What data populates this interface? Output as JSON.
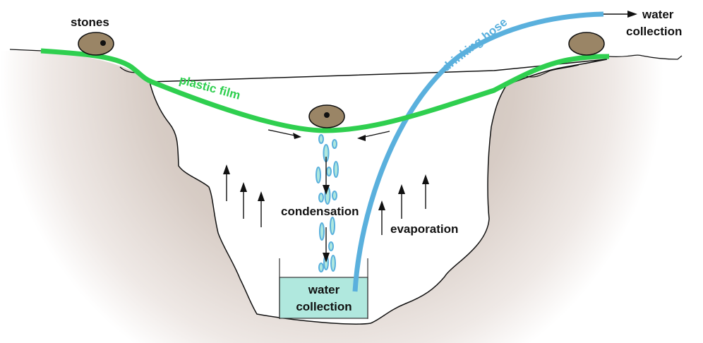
{
  "title": "Solar still diagram",
  "colors": {
    "soil": "#cbbdb4",
    "plastic_film": "#2fcf4f",
    "drinking_hose": "#5ab0dd",
    "stone": "#9a8566",
    "water": "#b0e8de",
    "droplet": "#5ab0dd",
    "outline": "#111111"
  },
  "labels": {
    "stones": "stones",
    "plastic_film": "plastic film",
    "drinking_hose": "drinking hose",
    "water_collection_top_line1": "water",
    "water_collection_top_line2": "collection",
    "condensation": "condensation",
    "evaporation": "evaporation",
    "water_collection_container_line1": "water",
    "water_collection_container_line2": "collection"
  }
}
